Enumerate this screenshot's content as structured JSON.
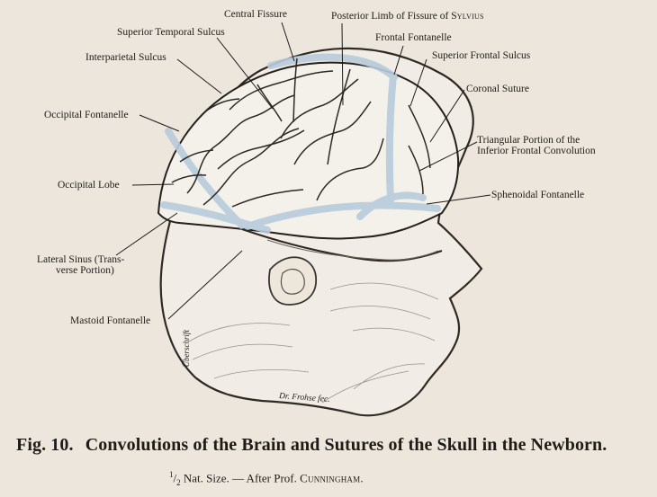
{
  "labels": {
    "central_fissure": "Central Fissure",
    "posterior_limb_prefix": "Posterior Limb of Fissure of ",
    "posterior_limb_name": "Sylvius",
    "superior_temporal_sulcus": "Superior Temporal Sulcus",
    "frontal_fontanelle": "Frontal Fontanelle",
    "interparietal_sulcus": "Interparietal Sulcus",
    "superior_frontal_sulcus": "Superior Frontal Sulcus",
    "coronal_suture": "Coronal Suture",
    "occipital_fontanelle": "Occipital Fontanelle",
    "triangular_portion_line1": "Triangular Portion of the",
    "triangular_portion_line2": "Inferior Frontal Convolution",
    "occipital_lobe": "Occipital Lobe",
    "sphenoidal_fontanelle": "Sphenoidal Fontanelle",
    "lateral_sinus_line1": "Lateral Sinus (Trans-",
    "lateral_sinus_line2": "verse Portion)",
    "mastoid_fontanelle": "Mastoid Fontanelle"
  },
  "signature": "Dr. Frohse fec.",
  "marginalia": "Überschrift",
  "caption": {
    "figure_number": "Fig. 10.",
    "title": "Convolutions of the Brain and Sutures of the Skull in the Newborn."
  },
  "subcaption": {
    "fraction_numerator": "1",
    "fraction_denominator": "2",
    "text": "Nat. Size. — After Prof. ",
    "author": "Cunningham",
    "period": "."
  },
  "colors": {
    "paper": "#ece6dd",
    "ink": "#1f1b17",
    "suture_blue": "#b8cbdb",
    "skin": "#f1ece5"
  }
}
